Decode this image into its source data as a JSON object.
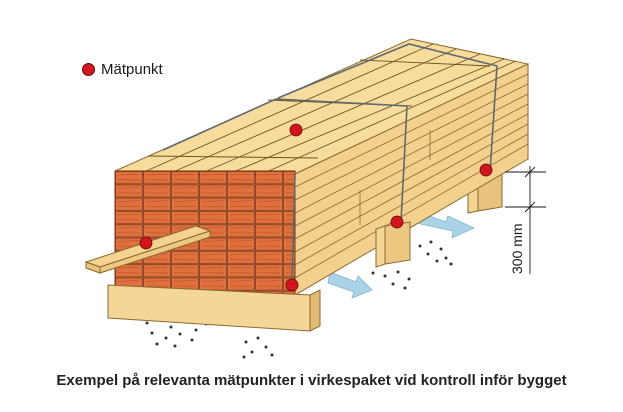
{
  "legend": {
    "label": "Mätpunkt",
    "marker_color": "#d6141d"
  },
  "dimension": {
    "label": "300 mm"
  },
  "caption": "Exempel på relevanta mätpunkter i virkespaket vid kontroll inför bygget",
  "colors": {
    "wood_face": "#f7dc9c",
    "wood_edge": "#e9c27d",
    "board_end": "#e0703e",
    "marker": "#d6141d",
    "airflow_arrow": "#a9d3e6"
  },
  "icons": [
    "measurement-point-marker",
    "airflow-arrow-icon"
  ]
}
